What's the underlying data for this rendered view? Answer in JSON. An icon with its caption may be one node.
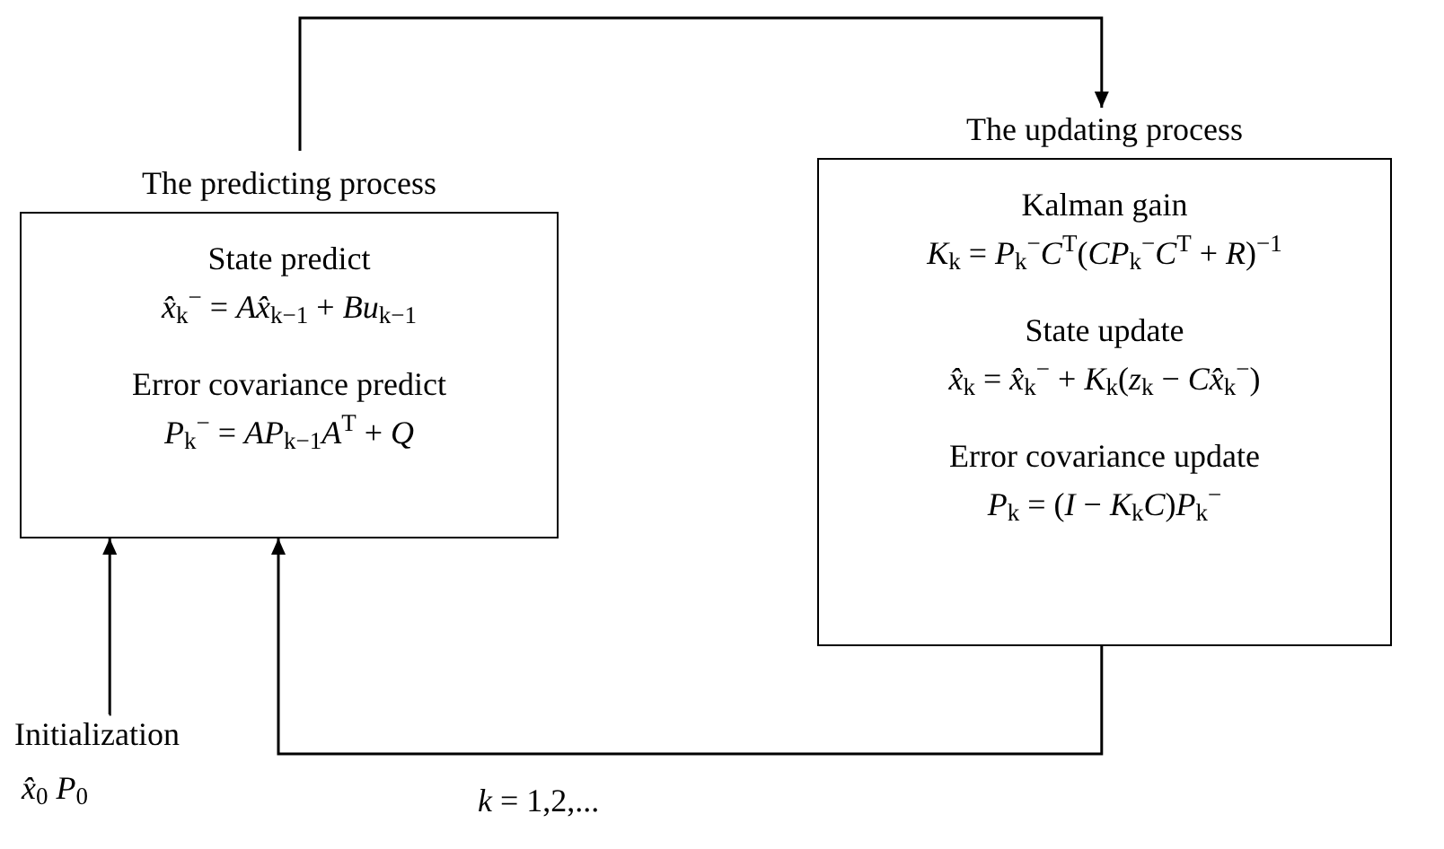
{
  "diagram": {
    "nodes": [
      {
        "text": [
          "The predicting process",
          "State predict",
          "*x̂*$_{k}$$^{−}$ = *Ax̂*$_{k−1}$ + *Bu*$_{k−1}$",
          "Error covariance predict",
          "*P*$_{k}$$^{−}$ = *AP*$_{k−1}$*A*$^{T}$ + *Q*"
        ]
      },
      {
        "text": [
          "The updating process",
          "Kalman gain",
          "*K*$_{k}$ = *P*$_{k}$$^{−}$*C*$^{T}$(*CP*$_{k}$$^{−}$*C*$^{T}$ + *R*)$^{−1}$",
          "State update",
          "*x̂*$_{k}$ = *x̂*$_{k}$$^{−}$ + *K*$_{k}$(*z*$_{k}$ − *Cx̂*$_{k}$$^{−}$)",
          "Error covariance update",
          "*P*$_{k}$ = (*I* − *K*$_{k}$*C*)*P*$_{k}$$^{−}$"
        ]
      },
      {
        "text": [
          "Initialization",
          "*x̂*$_{0}$   *P*$_{0}$"
        ]
      }
    ],
    "edges": [
      {
        "from": 0,
        "to": 1,
        "arrow": "to"
      },
      {
        "from": 1,
        "to": 0,
        "arrow": "to"
      },
      {
        "from": 2,
        "to": 0,
        "arrow": "to"
      }
    ],
    "labels": [
      "*k* = 1,2,..."
    ]
  }
}
